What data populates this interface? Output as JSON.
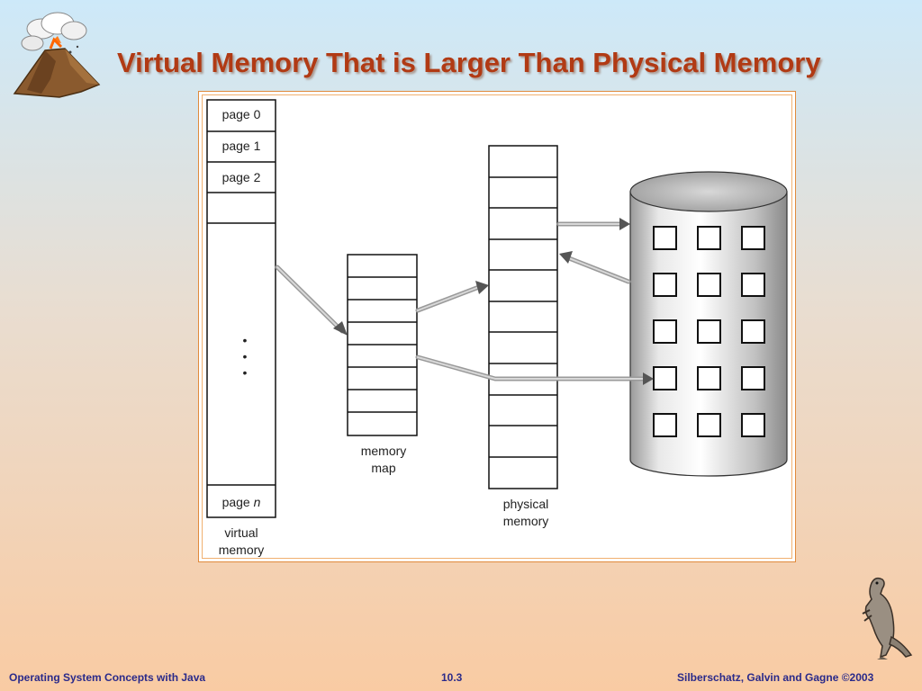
{
  "slide": {
    "title": "Virtual Memory That is Larger Than Physical Memory"
  },
  "diagram": {
    "virtual_memory": {
      "pages": [
        "page 0",
        "page 1",
        "page 2"
      ],
      "last_page_prefix": "page ",
      "last_page_var": "n",
      "ellipsis": "•",
      "label_line1": "virtual",
      "label_line2": "memory"
    },
    "memory_map": {
      "label_line1": "memory",
      "label_line2": "map"
    },
    "physical_memory": {
      "label_line1": "physical",
      "label_line2": "memory"
    },
    "disk": {
      "icon": "disk-cylinder-icon"
    }
  },
  "footer": {
    "left": "Operating System Concepts with Java",
    "center": "10.3",
    "right": "Silberschatz, Galvin and Gagne ©2003"
  },
  "colors": {
    "title": "#b13a14",
    "footer": "#2a2a8a",
    "frame_border": "#e08a3c"
  }
}
